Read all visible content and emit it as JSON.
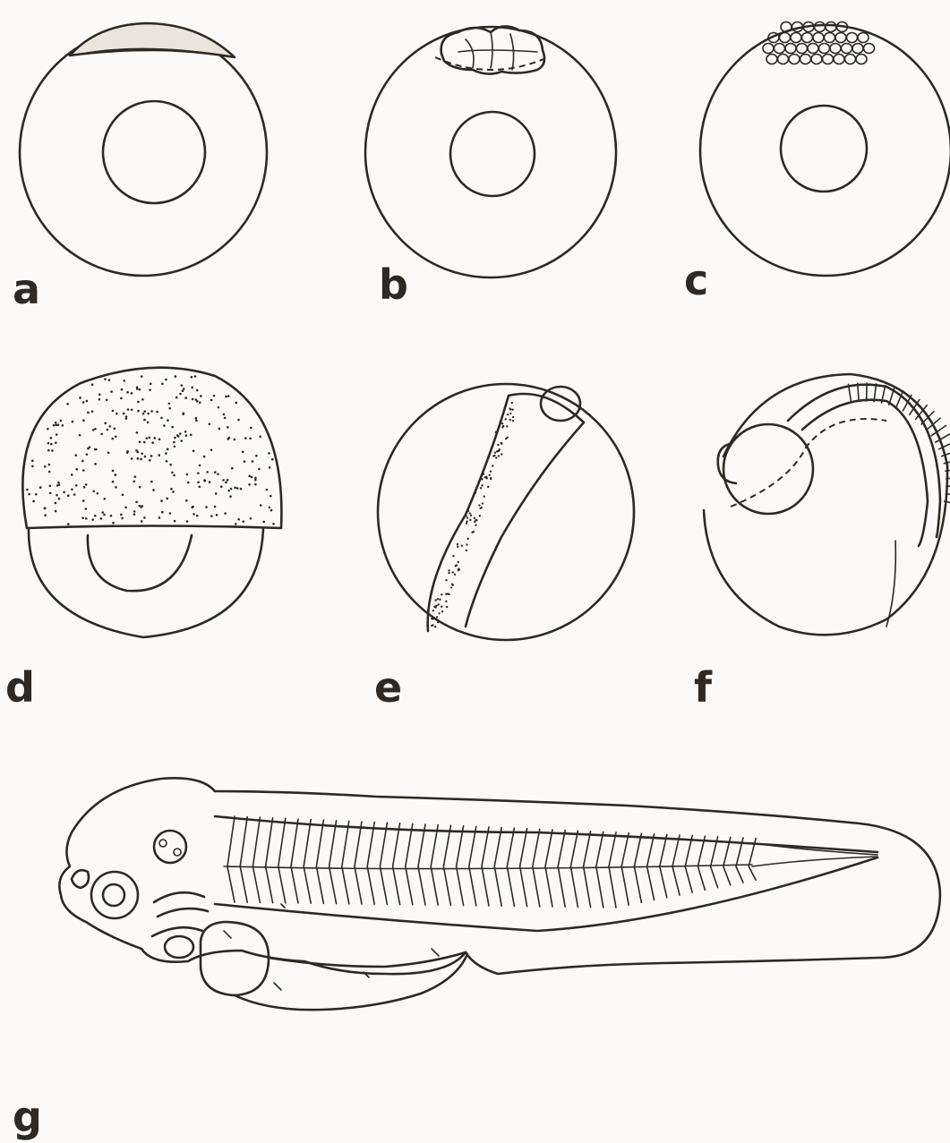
{
  "panels": [
    {
      "id": "a",
      "label": "a"
    },
    {
      "id": "b",
      "label": "b"
    },
    {
      "id": "c",
      "label": "c"
    },
    {
      "id": "d",
      "label": "d"
    },
    {
      "id": "e",
      "label": "e"
    },
    {
      "id": "f",
      "label": "f"
    },
    {
      "id": "g",
      "label": "g"
    }
  ],
  "colors": {
    "ink": "#2e2924",
    "paper": "#fbfaf8"
  }
}
